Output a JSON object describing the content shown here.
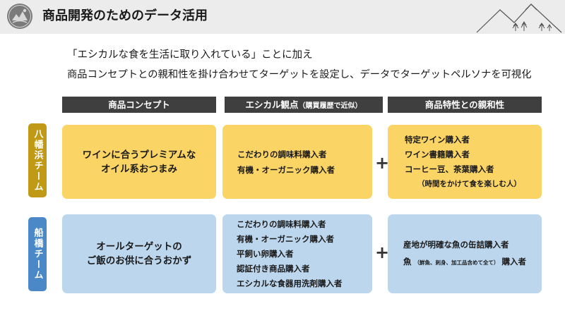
{
  "header": {
    "title": "商品開発のためのデータ活用"
  },
  "intro": {
    "line1": "「エシカルな食を生活に取り入れている」ことに加え",
    "line2": "商品コンセプトとの親和性を掛け合わせてターゲットを設定し、データでターゲットペルソナを可視化"
  },
  "columns": {
    "concept": "商品コンセプト",
    "ethical": "エシカル観点",
    "ethical_note": "（購買履歴で近似）",
    "affinity": "商品特性との親和性"
  },
  "teams": [
    {
      "name": "八幡浜チーム",
      "concept_lines": [
        "ワインに合うプレミアムな",
        "オイル系おつまみ"
      ],
      "ethical_items": [
        "こだわりの調味料購入者",
        "有機・オーガニック購入者"
      ],
      "affinity_items": [
        "特定ワイン購入者",
        "ワイン書籍購入者",
        "コーヒー豆、茶葉購入者"
      ],
      "affinity_note": "（時間をかけて食を楽しむ人）"
    },
    {
      "name": "船橋チーム",
      "concept_lines": [
        "オールターゲットの",
        "ご飯のお供に合うおかず"
      ],
      "ethical_items": [
        "こだわりの調味料購入者",
        "有機・オーガニック購入者",
        "平飼い卵購入者",
        "認証付き商品購入者",
        "エシカルな食器用洗剤購入者"
      ],
      "affinity_items": [
        "産地が明確な魚の缶詰購入者"
      ],
      "affinity_last_prefix": "魚",
      "affinity_last_small": "（鮮魚、刺身、加工品含めて全て）",
      "affinity_last_suffix": "購入者"
    }
  ],
  "plus_sign": "+",
  "colors": {
    "header_bg": "#ececec",
    "column_header": "#3f3f3f",
    "yawata_tab": "#c09a16",
    "yawata_box": "#fbd466",
    "funa_tab": "#4a88c8",
    "funa_box": "#bcd6ee"
  },
  "icons": [
    "logo-emblem-icon",
    "mountain-trees-icon"
  ]
}
